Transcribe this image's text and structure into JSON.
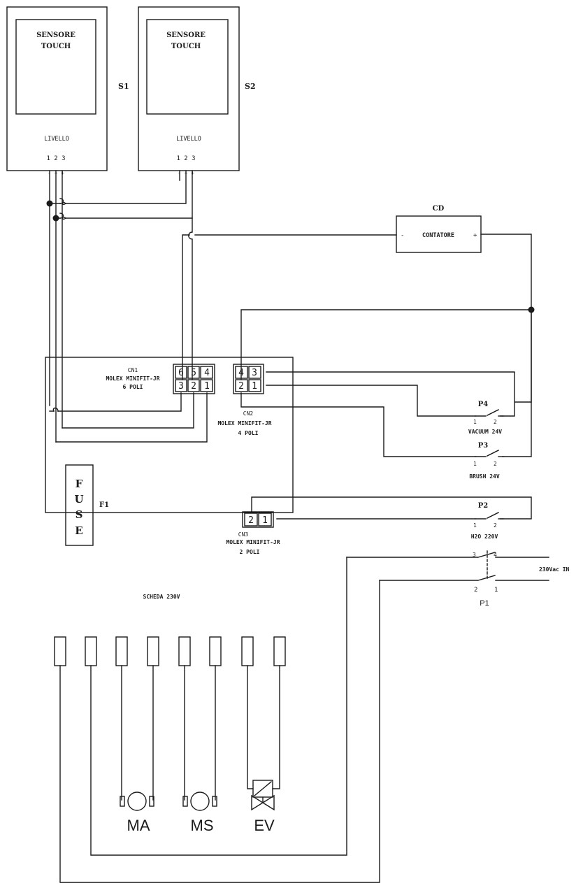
{
  "sensors": [
    {
      "label": "SENSORE TOUCH",
      "ref": "S1",
      "level_label": "LIVELLO",
      "pins": "1 2 3",
      "polarity": "- + +"
    },
    {
      "label": "SENSORE TOUCH",
      "ref": "S2",
      "level_label": "LIVELLO",
      "pins": "1 2 3",
      "polarity": "- + +"
    }
  ],
  "counter": {
    "ref": "CD",
    "label": "CONTATORE",
    "minus": "-",
    "plus": "+"
  },
  "connectors": {
    "cn1": {
      "name": "CN1",
      "type": "MOLEX MINIFIT-JR",
      "poles": "6 POLI",
      "pins": [
        "6",
        "5",
        "4",
        "3",
        "2",
        "1"
      ]
    },
    "cn2": {
      "name": "CN2",
      "type": "MOLEX MINIFIT-JR",
      "poles": "4 POLI",
      "pins": [
        "4",
        "3",
        "2",
        "1"
      ]
    },
    "cn3": {
      "name": "CN3",
      "type": "MOLEX MINIFIT-JR",
      "poles": "2 POLI",
      "pins": [
        "2",
        "1"
      ]
    }
  },
  "switches": {
    "p4": {
      "ref": "P4",
      "desc": "VACUUM 24V",
      "t1": "1",
      "t2": "2"
    },
    "p3": {
      "ref": "P3",
      "desc": "BRUSH 24V",
      "t1": "1",
      "t2": "2"
    },
    "p2": {
      "ref": "P2",
      "desc": "H2O 220V",
      "t1": "1",
      "t2": "2"
    },
    "p1": {
      "ref": "P1",
      "t3": "3",
      "t4": "4",
      "t2": "2",
      "t1": "1"
    }
  },
  "mains_label": "230Vac IN",
  "fuse": {
    "letters": [
      "F",
      "U",
      "S",
      "E"
    ],
    "ref": "F1"
  },
  "board_label": "SCHEDA 230V",
  "loads": [
    {
      "label": "MA",
      "icon": "motor-icon"
    },
    {
      "label": "MS",
      "icon": "motor-icon"
    },
    {
      "label": "EV",
      "icon": "solenoid-valve-icon"
    }
  ]
}
